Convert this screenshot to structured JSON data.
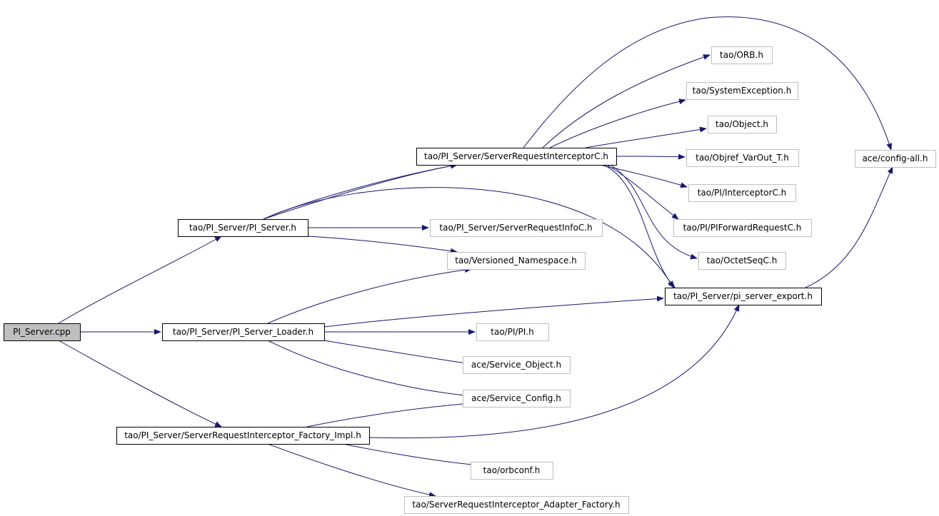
{
  "colors": {
    "edge": "#191970",
    "root_fill": "#bfbfbf",
    "root_border": "#000000",
    "documented_border": "#000000",
    "external_border": "#bfbfbf",
    "node_fill": "#ffffff"
  },
  "nodes": [
    {
      "id": "pi_server_cpp",
      "label": "PI_Server.cpp",
      "kind": "root"
    },
    {
      "id": "pi_server_h",
      "label": "tao/PI_Server/PI_Server.h",
      "kind": "documented"
    },
    {
      "id": "pi_server_loader_h",
      "label": "tao/PI_Server/PI_Server_Loader.h",
      "kind": "documented"
    },
    {
      "id": "factory_impl_h",
      "label": "tao/PI_Server/ServerRequestInterceptor_Factory_Impl.h",
      "kind": "documented"
    },
    {
      "id": "sric_h",
      "label": "tao/PI_Server/ServerRequestInterceptorC.h",
      "kind": "documented"
    },
    {
      "id": "export_h",
      "label": "tao/PI_Server/pi_server_export.h",
      "kind": "documented"
    },
    {
      "id": "orb_h",
      "label": "tao/ORB.h",
      "kind": "external"
    },
    {
      "id": "sysexc_h",
      "label": "tao/SystemException.h",
      "kind": "external"
    },
    {
      "id": "object_h",
      "label": "tao/Object.h",
      "kind": "external"
    },
    {
      "id": "objref_h",
      "label": "tao/Objref_VarOut_T.h",
      "kind": "external"
    },
    {
      "id": "interceptorc_h",
      "label": "tao/PI/InterceptorC.h",
      "kind": "external"
    },
    {
      "id": "piforward_h",
      "label": "tao/PI/PIForwardRequestC.h",
      "kind": "external"
    },
    {
      "id": "octet_h",
      "label": "tao/OctetSeqC.h",
      "kind": "external"
    },
    {
      "id": "config_all_h",
      "label": "ace/config-all.h",
      "kind": "external"
    },
    {
      "id": "srinfo_h",
      "label": "tao/PI_Server/ServerRequestInfoC.h",
      "kind": "external"
    },
    {
      "id": "versioned_h",
      "label": "tao/Versioned_Namespace.h",
      "kind": "external"
    },
    {
      "id": "pi_pi_h",
      "label": "tao/PI/PI.h",
      "kind": "external"
    },
    {
      "id": "service_object_h",
      "label": "ace/Service_Object.h",
      "kind": "external"
    },
    {
      "id": "service_config_h",
      "label": "ace/Service_Config.h",
      "kind": "external"
    },
    {
      "id": "orbconf_h",
      "label": "tao/orbconf.h",
      "kind": "external"
    },
    {
      "id": "adapter_factory_h",
      "label": "tao/ServerRequestInterceptor_Adapter_Factory.h",
      "kind": "external"
    }
  ],
  "edges": [
    {
      "from": "pi_server_cpp",
      "to": "pi_server_h"
    },
    {
      "from": "pi_server_cpp",
      "to": "pi_server_loader_h"
    },
    {
      "from": "pi_server_cpp",
      "to": "factory_impl_h"
    },
    {
      "from": "pi_server_h",
      "to": "sric_h"
    },
    {
      "from": "pi_server_h",
      "to": "export_h"
    },
    {
      "from": "pi_server_h",
      "to": "srinfo_h"
    },
    {
      "from": "pi_server_h",
      "to": "versioned_h"
    },
    {
      "from": "sric_h",
      "to": "orb_h"
    },
    {
      "from": "sric_h",
      "to": "sysexc_h"
    },
    {
      "from": "sric_h",
      "to": "object_h"
    },
    {
      "from": "sric_h",
      "to": "objref_h"
    },
    {
      "from": "sric_h",
      "to": "interceptorc_h"
    },
    {
      "from": "sric_h",
      "to": "piforward_h"
    },
    {
      "from": "sric_h",
      "to": "octet_h"
    },
    {
      "from": "sric_h",
      "to": "export_h"
    },
    {
      "from": "sric_h",
      "to": "config_all_h"
    },
    {
      "from": "export_h",
      "to": "config_all_h"
    },
    {
      "from": "pi_server_loader_h",
      "to": "sric_h"
    },
    {
      "from": "pi_server_loader_h",
      "to": "versioned_h"
    },
    {
      "from": "pi_server_loader_h",
      "to": "export_h"
    },
    {
      "from": "pi_server_loader_h",
      "to": "pi_pi_h"
    },
    {
      "from": "pi_server_loader_h",
      "to": "service_object_h"
    },
    {
      "from": "pi_server_loader_h",
      "to": "service_config_h"
    },
    {
      "from": "factory_impl_h",
      "to": "service_config_h"
    },
    {
      "from": "factory_impl_h",
      "to": "export_h"
    },
    {
      "from": "factory_impl_h",
      "to": "orbconf_h"
    },
    {
      "from": "factory_impl_h",
      "to": "adapter_factory_h"
    }
  ]
}
